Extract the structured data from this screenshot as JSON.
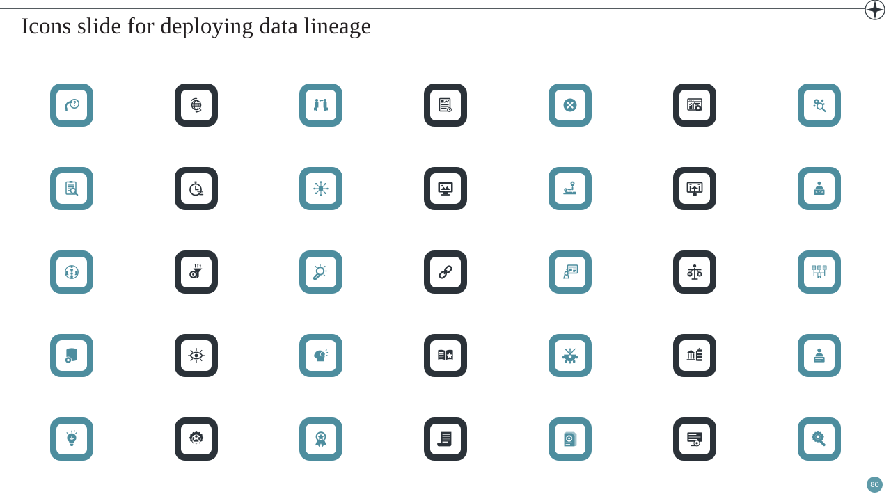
{
  "slide": {
    "title": "Icons slide for deploying data lineage",
    "page_number": "80",
    "logo_icon": "compass-star-logo",
    "colors": {
      "teal": "#4d8d9e",
      "dark": "#2b3239",
      "background": "#ffffff",
      "title_text": "#231f20",
      "page_badge": "#5e9aa8"
    }
  },
  "grid": {
    "columns": 7,
    "rows": 5,
    "icons": [
      {
        "name": "head-question-icon",
        "style": "teal",
        "label": "Head with question mark"
      },
      {
        "name": "globe-refresh-icon",
        "style": "dark",
        "label": "Globe with rotating arrows"
      },
      {
        "name": "people-transfer-icon",
        "style": "teal",
        "label": "Two people with handover arrow"
      },
      {
        "name": "document-chart-clock-icon",
        "style": "dark",
        "label": "Report document with clock"
      },
      {
        "name": "cross-circle-icon",
        "style": "teal",
        "label": "Circle with X"
      },
      {
        "name": "dashboard-gear-icon",
        "style": "dark",
        "label": "Analytics dashboard with gear"
      },
      {
        "name": "gear-magnifier-icon",
        "style": "teal",
        "label": "Gears with magnifying glass"
      },
      {
        "name": "clipboard-search-icon",
        "style": "teal",
        "label": "Clipboard with magnifier"
      },
      {
        "name": "stopwatch-icon",
        "style": "dark",
        "label": "Stopwatch"
      },
      {
        "name": "network-hub-icon",
        "style": "teal",
        "label": "Radial network hub"
      },
      {
        "name": "monitor-image-icon",
        "style": "dark",
        "label": "Monitor with picture"
      },
      {
        "name": "route-pin-icon",
        "style": "teal",
        "label": "Route with location pins"
      },
      {
        "name": "monitor-upload-icon",
        "style": "dark",
        "label": "Screen with upload arrow"
      },
      {
        "name": "developer-code-icon",
        "style": "teal",
        "label": "Person with code tag"
      },
      {
        "name": "team-network-icon",
        "style": "teal",
        "label": "Team connected network"
      },
      {
        "name": "funnel-gear-icon",
        "style": "dark",
        "label": "Data funnel with gear"
      },
      {
        "name": "insight-magnifier-icon",
        "style": "teal",
        "label": "Magnifier with sun rays"
      },
      {
        "name": "chain-link-icon",
        "style": "dark",
        "label": "Chain link"
      },
      {
        "name": "presentation-pointer-icon",
        "style": "teal",
        "label": "Presentation board with pointer"
      },
      {
        "name": "balance-scales-person-icon",
        "style": "dark",
        "label": "Person holding balance scales"
      },
      {
        "name": "server-topology-icon",
        "style": "teal",
        "label": "Server topology diagram"
      },
      {
        "name": "database-gear-icon",
        "style": "teal",
        "label": "Database stack with gear"
      },
      {
        "name": "eye-rays-icon",
        "style": "dark",
        "label": "Eye with radiating rays"
      },
      {
        "name": "head-lightbulb-icon",
        "style": "teal",
        "label": "Head with lightbulb"
      },
      {
        "name": "book-star-icon",
        "style": "dark",
        "label": "Open book with star"
      },
      {
        "name": "gear-target-arrow-icon",
        "style": "teal",
        "label": "Gear with target and arrows"
      },
      {
        "name": "bank-chart-icon",
        "style": "dark",
        "label": "Institution with chart"
      },
      {
        "name": "person-podium-icon",
        "style": "teal",
        "label": "Person at podium"
      },
      {
        "name": "lightbulb-idea-icon",
        "style": "teal",
        "label": "Lightbulb idea"
      },
      {
        "name": "gear-people-icon",
        "style": "dark",
        "label": "Gear with people"
      },
      {
        "name": "award-ribbon-icon",
        "style": "teal",
        "label": "Award ribbon with star"
      },
      {
        "name": "scroll-document-icon",
        "style": "dark",
        "label": "Scroll document"
      },
      {
        "name": "document-eye-search-icon",
        "style": "teal",
        "label": "Document with eye magnifier"
      },
      {
        "name": "presentation-gear-icon",
        "style": "dark",
        "label": "Presentation screen with gear"
      },
      {
        "name": "gear-wrench-search-icon",
        "style": "teal",
        "label": "Gear with magnifier handle"
      }
    ]
  }
}
